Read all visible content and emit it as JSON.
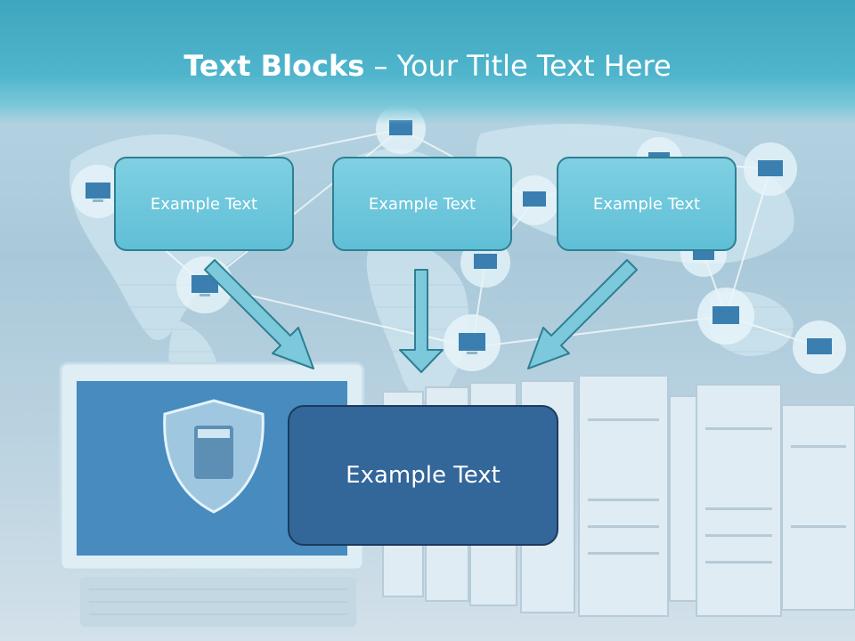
{
  "slide": {
    "title_bold": "Text Blocks",
    "title_dash": " – ",
    "title_rest": "Your Title Text Here"
  },
  "blocks": [
    {
      "label": "Example Text"
    },
    {
      "label": "Example Text"
    },
    {
      "label": "Example Text"
    }
  ],
  "target_block": {
    "label": "Example Text"
  },
  "colors": {
    "header": "#4fb5cc",
    "small_box_fill": "#6cc7dc",
    "small_box_border": "#2f7f93",
    "big_box_fill": "#336699",
    "big_box_border": "#1c3a5e",
    "arrow_fill": "#7cc9dc"
  },
  "background_icons": [
    "world-map-art",
    "network-node-icons",
    "computer-monitor-art",
    "shield-icon",
    "server-rack-art"
  ]
}
